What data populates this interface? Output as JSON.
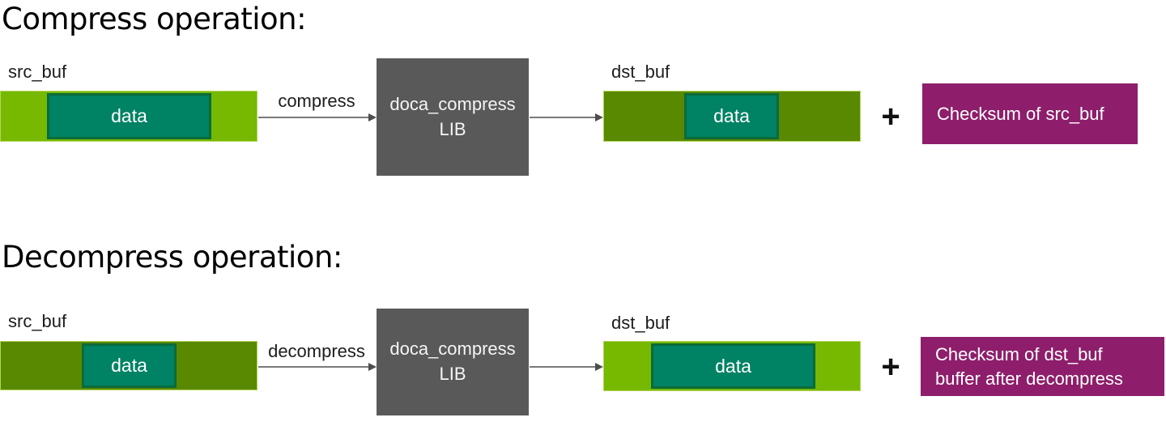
{
  "colors": {
    "nvidia-green": "#76b900",
    "olive-green": "#588900",
    "teal": "#008264",
    "teal-border": "#0b6b3a",
    "bar-border": "#b5d45a",
    "lib-gray": "#595959",
    "magenta": "#8e1e6b",
    "arrow-gray": "#7a7a7a",
    "arrow-head": "#4d4d4d",
    "text-dark": "#1c1c1c",
    "text-light": "#f5f5f5"
  },
  "sections": [
    {
      "title": "Compress operation:",
      "src_buf_label": "src_buf",
      "dst_buf_label": "dst_buf",
      "operation_label": "compress",
      "src_data_label": "data",
      "dst_data_label": "data",
      "lib_box": {
        "line1": "doca_compress",
        "line2": "LIB"
      },
      "plus": "+",
      "checksum": {
        "line1": "Checksum of src_buf"
      }
    },
    {
      "title": "Decompress operation:",
      "src_buf_label": "src_buf",
      "dst_buf_label": "dst_buf",
      "operation_label": "decompress",
      "src_data_label": "data",
      "dst_data_label": "data",
      "lib_box": {
        "line1": "doca_compress",
        "line2": "LIB"
      },
      "plus": "+",
      "checksum": {
        "line1": "Checksum of dst_buf",
        "line2": "buffer after decompress"
      }
    }
  ]
}
